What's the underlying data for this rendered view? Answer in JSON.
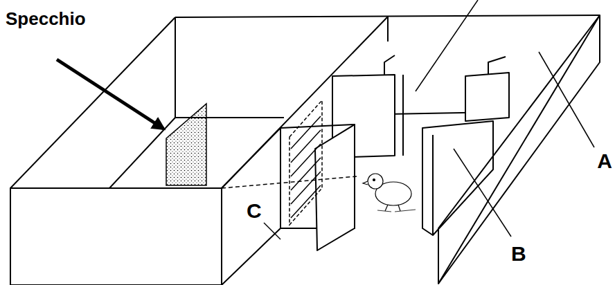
{
  "diagram": {
    "labels": [
      "Specchio",
      "A",
      "B",
      "C"
    ]
  }
}
